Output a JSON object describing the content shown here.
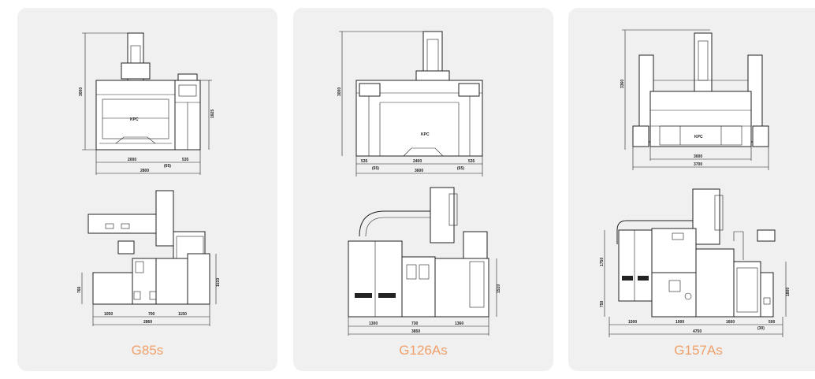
{
  "products": [
    {
      "name": "G85s",
      "top_dims": {
        "height": "3000",
        "height_right": "1925",
        "width_a": "2000",
        "width_b": "535",
        "width_total": "2800",
        "paren": "(65)"
      },
      "side_dims": {
        "h_left": "760",
        "h_right": "1510",
        "w_a": "1050",
        "w_b": "700",
        "w_c": "1150",
        "w_total": "2860"
      }
    },
    {
      "name": "G126As",
      "top_dims": {
        "height": "3000",
        "width_left": "535",
        "width_main": "2400",
        "width_right": "535",
        "paren_left": "(65)",
        "paren_right": "(65)",
        "width_total": "3600"
      },
      "side_dims": {
        "h_right": "1510",
        "w_a": "1300",
        "w_b": "730",
        "w_c": "1360",
        "w_total": "3850"
      }
    },
    {
      "name": "G157As",
      "top_dims": {
        "height": "3360",
        "width_inner": "3000",
        "width_total": "3700"
      },
      "side_dims": {
        "h_left_top": "1750",
        "h_left_bottom": "750",
        "h_right": "1800",
        "w_a": "1500",
        "w_b": "1000",
        "w_c": "1600",
        "w_d": "500",
        "w_total": "4750",
        "paren": "(30)"
      }
    }
  ],
  "logo_text": "KPC"
}
